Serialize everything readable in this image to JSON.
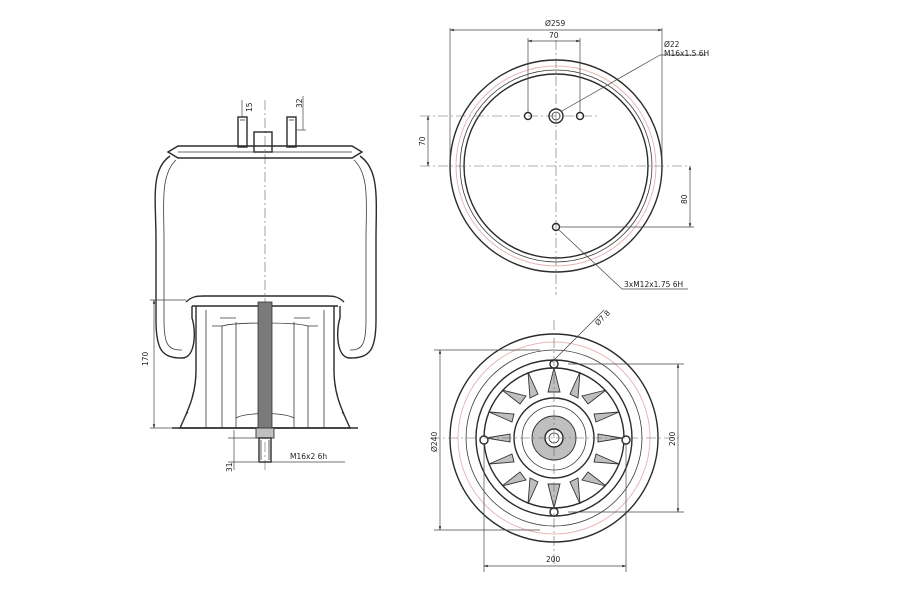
{
  "side_view": {
    "dim_height": "170",
    "dim_stud_top_left": "15",
    "dim_stud_top_right": "32",
    "dim_bottom_stud": "31",
    "thread_bottom": "M16x2 6h"
  },
  "top_view": {
    "dim_diameter": "Ø259",
    "dim_spacing": "70",
    "dim_offset_left": "70",
    "dim_offset_right": "80",
    "hole_diameter": "Ø22",
    "thread_center": "M16x1.5 6H",
    "thread_holes": "3xM12x1.75 6H"
  },
  "bottom_view": {
    "dim_hole": "Ø7.8",
    "dim_diameter": "Ø240",
    "dim_height": "200",
    "dim_width": "200"
  }
}
